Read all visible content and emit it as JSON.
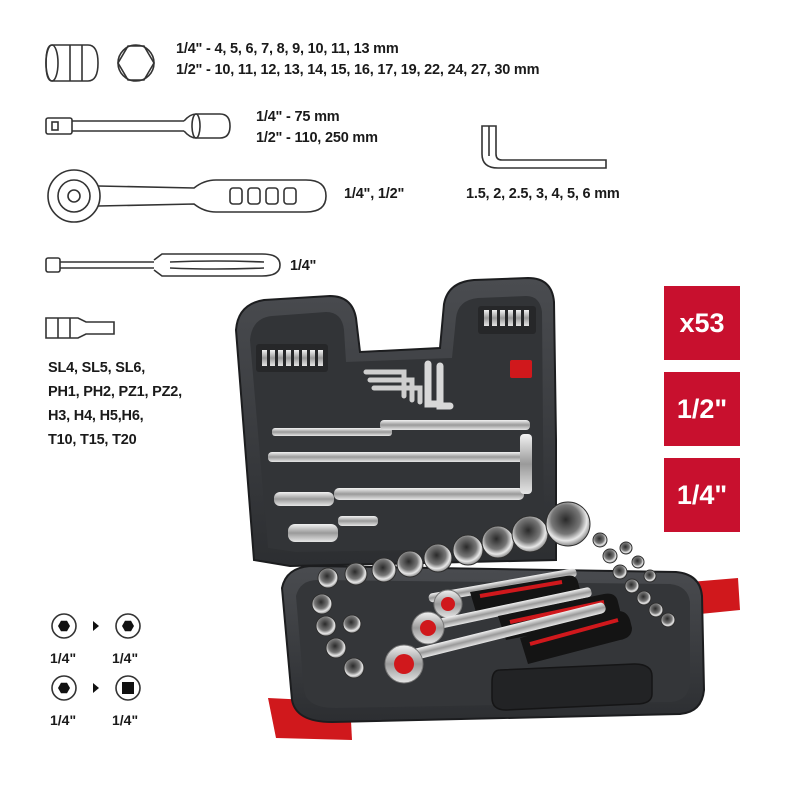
{
  "sockets": {
    "icon": "socket-icon",
    "quarter": "1/4\" - 4, 5, 6, 7, 8, 9, 10, 11, 13 mm",
    "half": "1/2\" - 10, 11, 12, 13, 14, 15, 16, 17, 19, 22, 24, 27, 30 mm"
  },
  "extensions": {
    "icon": "extension-bar-icon",
    "quarter": "1/4\" - 75 mm",
    "half": "1/2\" - 110, 250 mm"
  },
  "hex_keys": {
    "icon": "hex-key-icon",
    "sizes": "1.5, 2, 2.5, 3, 4, 5, 6 mm"
  },
  "ratchet": {
    "icon": "ratchet-icon",
    "sizes": "1/4\", 1/2\""
  },
  "bit_driver": {
    "icon": "bit-driver-icon",
    "size": "1/4\""
  },
  "bits": {
    "icon": "bit-icon",
    "lines": [
      "SL4, SL5, SL6,",
      "PH1, PH2, PZ1, PZ2,",
      "H3, H4, H5,H6,",
      "T10, T15, T20"
    ]
  },
  "adapters": [
    {
      "from_icon": "hex-socket-icon",
      "to_icon": "hex-socket-icon",
      "from": "1/4\"",
      "to": "1/4\""
    },
    {
      "from_icon": "hex-socket-icon",
      "to_icon": "square-drive-icon",
      "from": "1/4\"",
      "to": "1/4\""
    }
  ],
  "badges": [
    "x53",
    "1/2\"",
    "1/4\""
  ],
  "colors": {
    "badge": "#c8102e",
    "case": "#3a3c3f",
    "accent": "#d0181c"
  }
}
